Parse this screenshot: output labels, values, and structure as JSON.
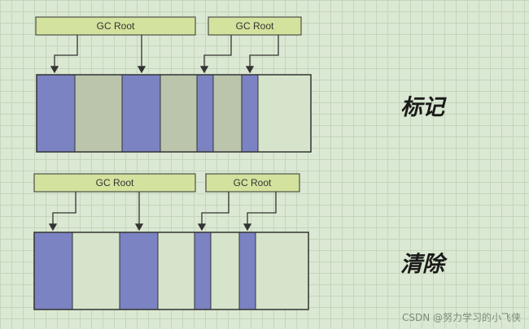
{
  "stages": [
    {
      "label": "标记",
      "roots": [
        "GC Root",
        "GC Root"
      ],
      "blocks": [
        "reachable",
        "unreachable",
        "reachable",
        "unreachable",
        "reachable",
        "unreachable",
        "reachable",
        "free"
      ]
    },
    {
      "label": "清除",
      "roots": [
        "GC Root",
        "GC Root"
      ],
      "blocks": [
        "reachable",
        "free",
        "reachable",
        "free",
        "reachable",
        "free",
        "reachable",
        "free"
      ]
    }
  ],
  "colors": {
    "reachable": "#7b83c3",
    "unreachable": "#bac5ac",
    "free": "#d6e4cb",
    "root_box": "#d3e29d",
    "border": "#333333"
  },
  "watermark": "CSDN @努力学习的小飞侠"
}
